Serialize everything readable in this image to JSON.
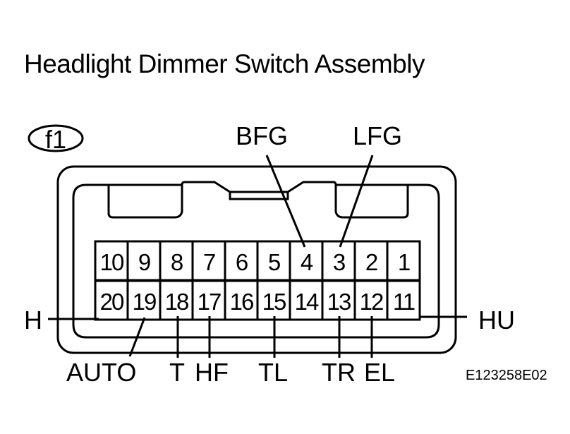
{
  "title": "Headlight Dimmer Switch Assembly",
  "connector_id": "f1",
  "figure_code": "E123258E02",
  "pins_top": [
    "10",
    "9",
    "8",
    "7",
    "6",
    "5",
    "4",
    "3",
    "2",
    "1"
  ],
  "pins_bottom": [
    "20",
    "19",
    "18",
    "17",
    "16",
    "15",
    "14",
    "13",
    "12",
    "11"
  ],
  "signals": {
    "BFG": "BFG",
    "LFG": "LFG",
    "H": "H",
    "HU": "HU",
    "AUTO": "AUTO",
    "T": "T",
    "HF": "HF",
    "TL": "TL",
    "TR": "TR",
    "EL": "EL"
  },
  "colors": {
    "line": "#000000",
    "background": "#ffffff"
  }
}
